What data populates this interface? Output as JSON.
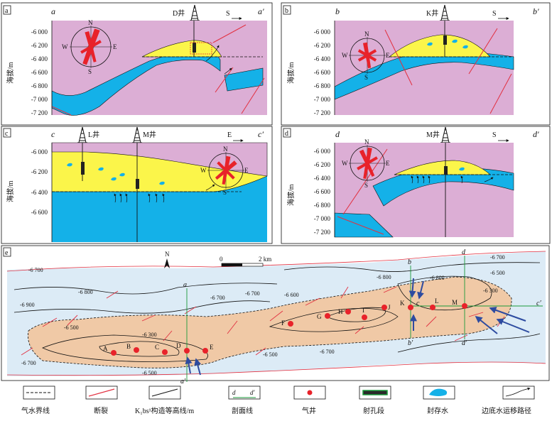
{
  "panels": {
    "a": {
      "tag": "a",
      "left": "a",
      "right": "a′",
      "well": "D井",
      "dir": "S"
    },
    "b": {
      "tag": "b",
      "left": "b",
      "right": "b′",
      "well": "K井",
      "dir": "S"
    },
    "c": {
      "tag": "c",
      "left": "c",
      "right": "c′",
      "well1": "L井",
      "well2": "M井",
      "dir": "E"
    },
    "d": {
      "tag": "d",
      "left": "d",
      "right": "d′",
      "well": "M井",
      "dir": "S"
    },
    "e": {
      "tag": "e"
    }
  },
  "axis": {
    "ylabel": "海拔/m",
    "ticks_a": [
      "-6 000",
      "-6 200",
      "-6 400",
      "-6 600",
      "-6 800",
      "-7 000",
      "-7 200"
    ],
    "ticks_c": [
      "-6 000",
      "-6 200",
      "-6 400",
      "-6 600"
    ],
    "ticks_d": [
      "-6 000",
      "-6 200",
      "-6 400",
      "-6 600",
      "-6 800",
      "-7 000",
      "-7 200"
    ]
  },
  "rose": {
    "N": "N",
    "S": "S",
    "E": "E",
    "W": "W"
  },
  "map": {
    "north": "N",
    "scale_start": "0",
    "scale_end": "2 km",
    "wells": [
      "A",
      "B",
      "C",
      "D",
      "E",
      "F",
      "G",
      "H",
      "I",
      "J",
      "K",
      "L",
      "M"
    ],
    "contours": [
      "-6 700",
      "-6 800",
      "-6 900",
      "-6 500",
      "-6 700",
      "-6 300",
      "-6 500",
      "-6 700",
      "-6 700",
      "-6 600",
      "-6 800",
      "-6 700",
      "-6 500",
      "-6 800",
      "-6 700",
      "-6 500",
      "-6 300"
    ],
    "section_labels": [
      "a",
      "a′",
      "b",
      "b′",
      "c",
      "c′",
      "d",
      "d′"
    ]
  },
  "legend": [
    {
      "label": "气水界线",
      "icon": "gas-water-boundary"
    },
    {
      "label": "断裂",
      "icon": "fault-line"
    },
    {
      "label": "K₁bs¹构造等高线/m",
      "icon": "contour-line"
    },
    {
      "label": "剖面线",
      "icon": "section-line",
      "sym1": "d",
      "sym2": "d′"
    },
    {
      "label": "气井",
      "icon": "gas-well"
    },
    {
      "label": "射孔段",
      "icon": "perforation"
    },
    {
      "label": "封存水",
      "icon": "sealed-water"
    },
    {
      "label": "边底水运移路径",
      "icon": "migration-path"
    }
  ],
  "colors": {
    "pink": "#dcaed5",
    "yellow": "#fbf54a",
    "blue": "#14b1e8",
    "tan": "#f0c9a6",
    "paleblue": "#dcebf6",
    "red": "#e8222a",
    "fault": "#e23040"
  }
}
